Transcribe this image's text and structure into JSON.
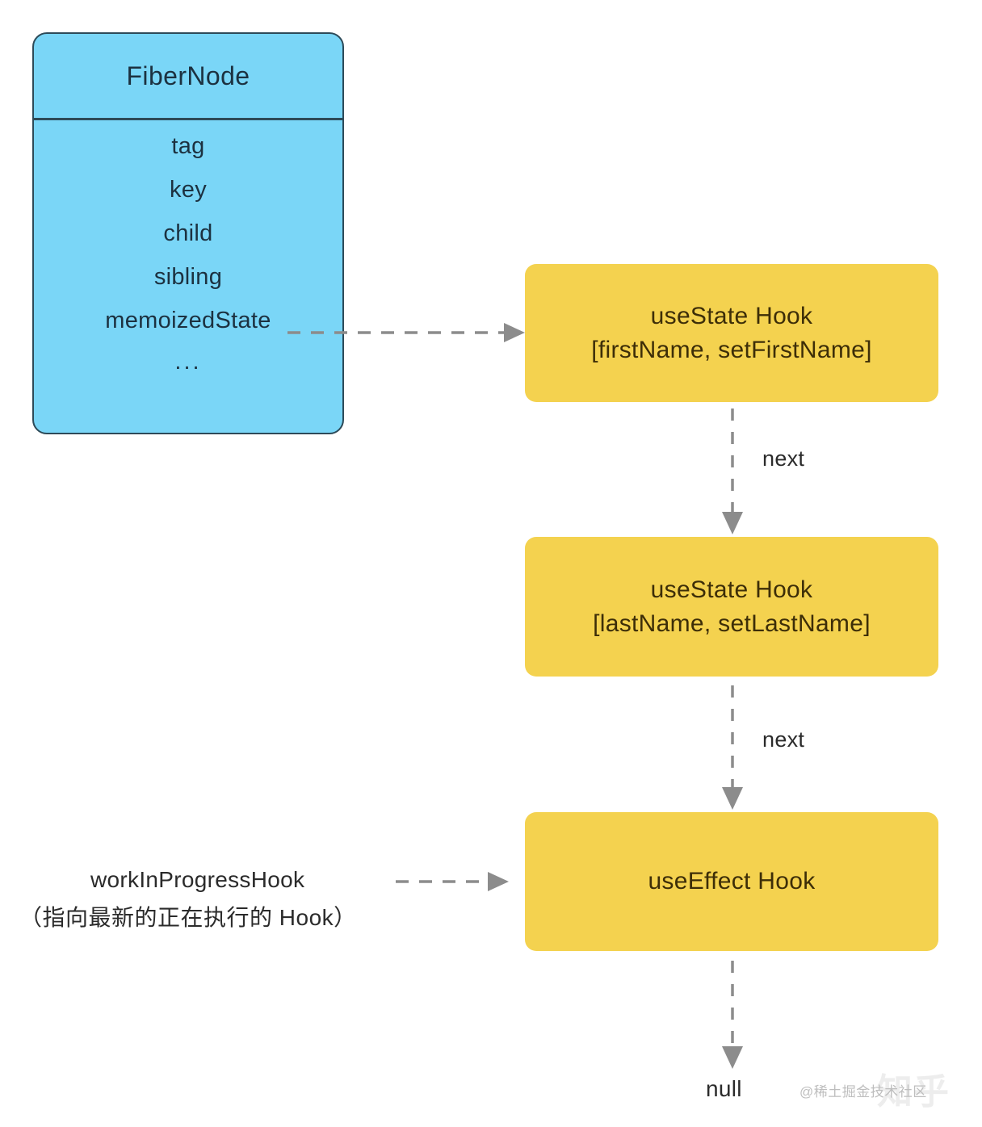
{
  "diagram": {
    "title": "React Hooks linked list attached to FiberNode",
    "colors": {
      "fiber_fill": "#7AD6F7",
      "fiber_border": "#2D4A58",
      "hook_fill": "#F4D24F",
      "hook_text": "#3D2E08",
      "connector": "#8C8C8C",
      "label_text": "#2B2B2B",
      "watermark": "#BEBEBE"
    }
  },
  "fiber_node": {
    "title": "FiberNode",
    "fields": [
      "tag",
      "key",
      "child",
      "sibling",
      "memoizedState",
      "..."
    ]
  },
  "hooks": [
    {
      "id": "hook-1",
      "line1": "useState Hook",
      "line2": "[firstName, setFirstName]"
    },
    {
      "id": "hook-2",
      "line1": "useState Hook",
      "line2": "[lastName, setLastName]"
    },
    {
      "id": "hook-3",
      "line1": "useEffect Hook",
      "line2": ""
    }
  ],
  "connectors": {
    "memoized_state_to_hook1": "",
    "next_1": "next",
    "next_2": "next",
    "wip_to_hook3": ""
  },
  "annotations": {
    "wip_title": "workInProgressHook",
    "wip_subtitle": "（指向最新的正在执行的 Hook）",
    "null_terminal": "null"
  },
  "watermark": {
    "text": "@稀土掘金技术社区",
    "logo": "知乎"
  }
}
